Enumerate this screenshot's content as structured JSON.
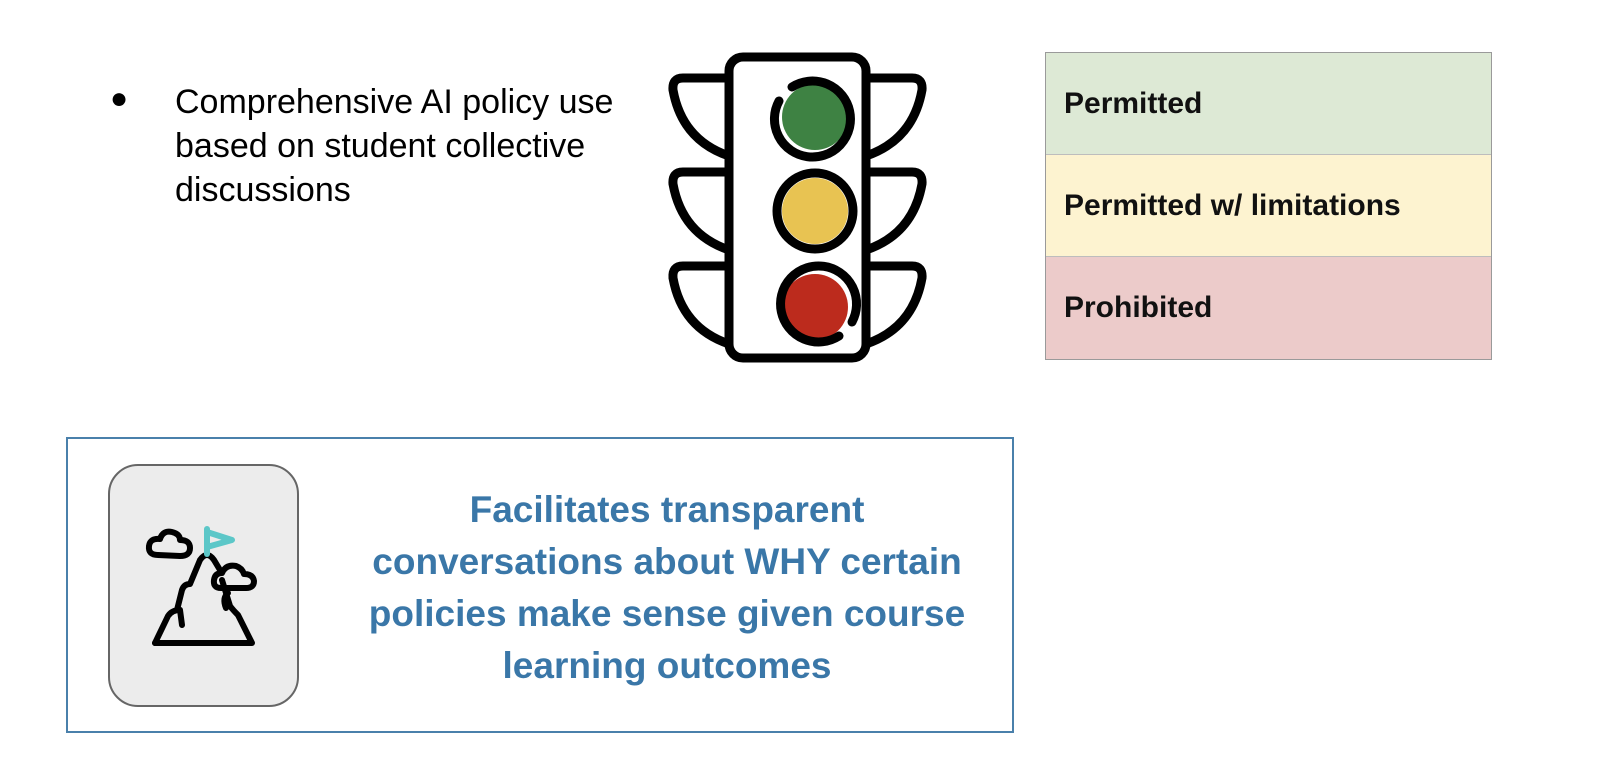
{
  "bullet": {
    "text": "Comprehensive AI policy use based on student collective discussions"
  },
  "legend": {
    "rows": [
      {
        "label": "Permitted",
        "color": "#dde9d5"
      },
      {
        "label": "Permitted w/ limitations",
        "color": "#fdf3d0"
      },
      {
        "label": "Prohibited",
        "color": "#eccbca"
      }
    ]
  },
  "traffic_light": {
    "icon": "traffic-light-icon",
    "colors": [
      "#3e8243",
      "#e8c352",
      "#bc2b1d"
    ]
  },
  "callout": {
    "icon": "mountain-flag-icon",
    "text": "Facilitates transparent conversations about WHY certain policies make sense given course learning outcomes",
    "accent": "#3a77a8"
  }
}
